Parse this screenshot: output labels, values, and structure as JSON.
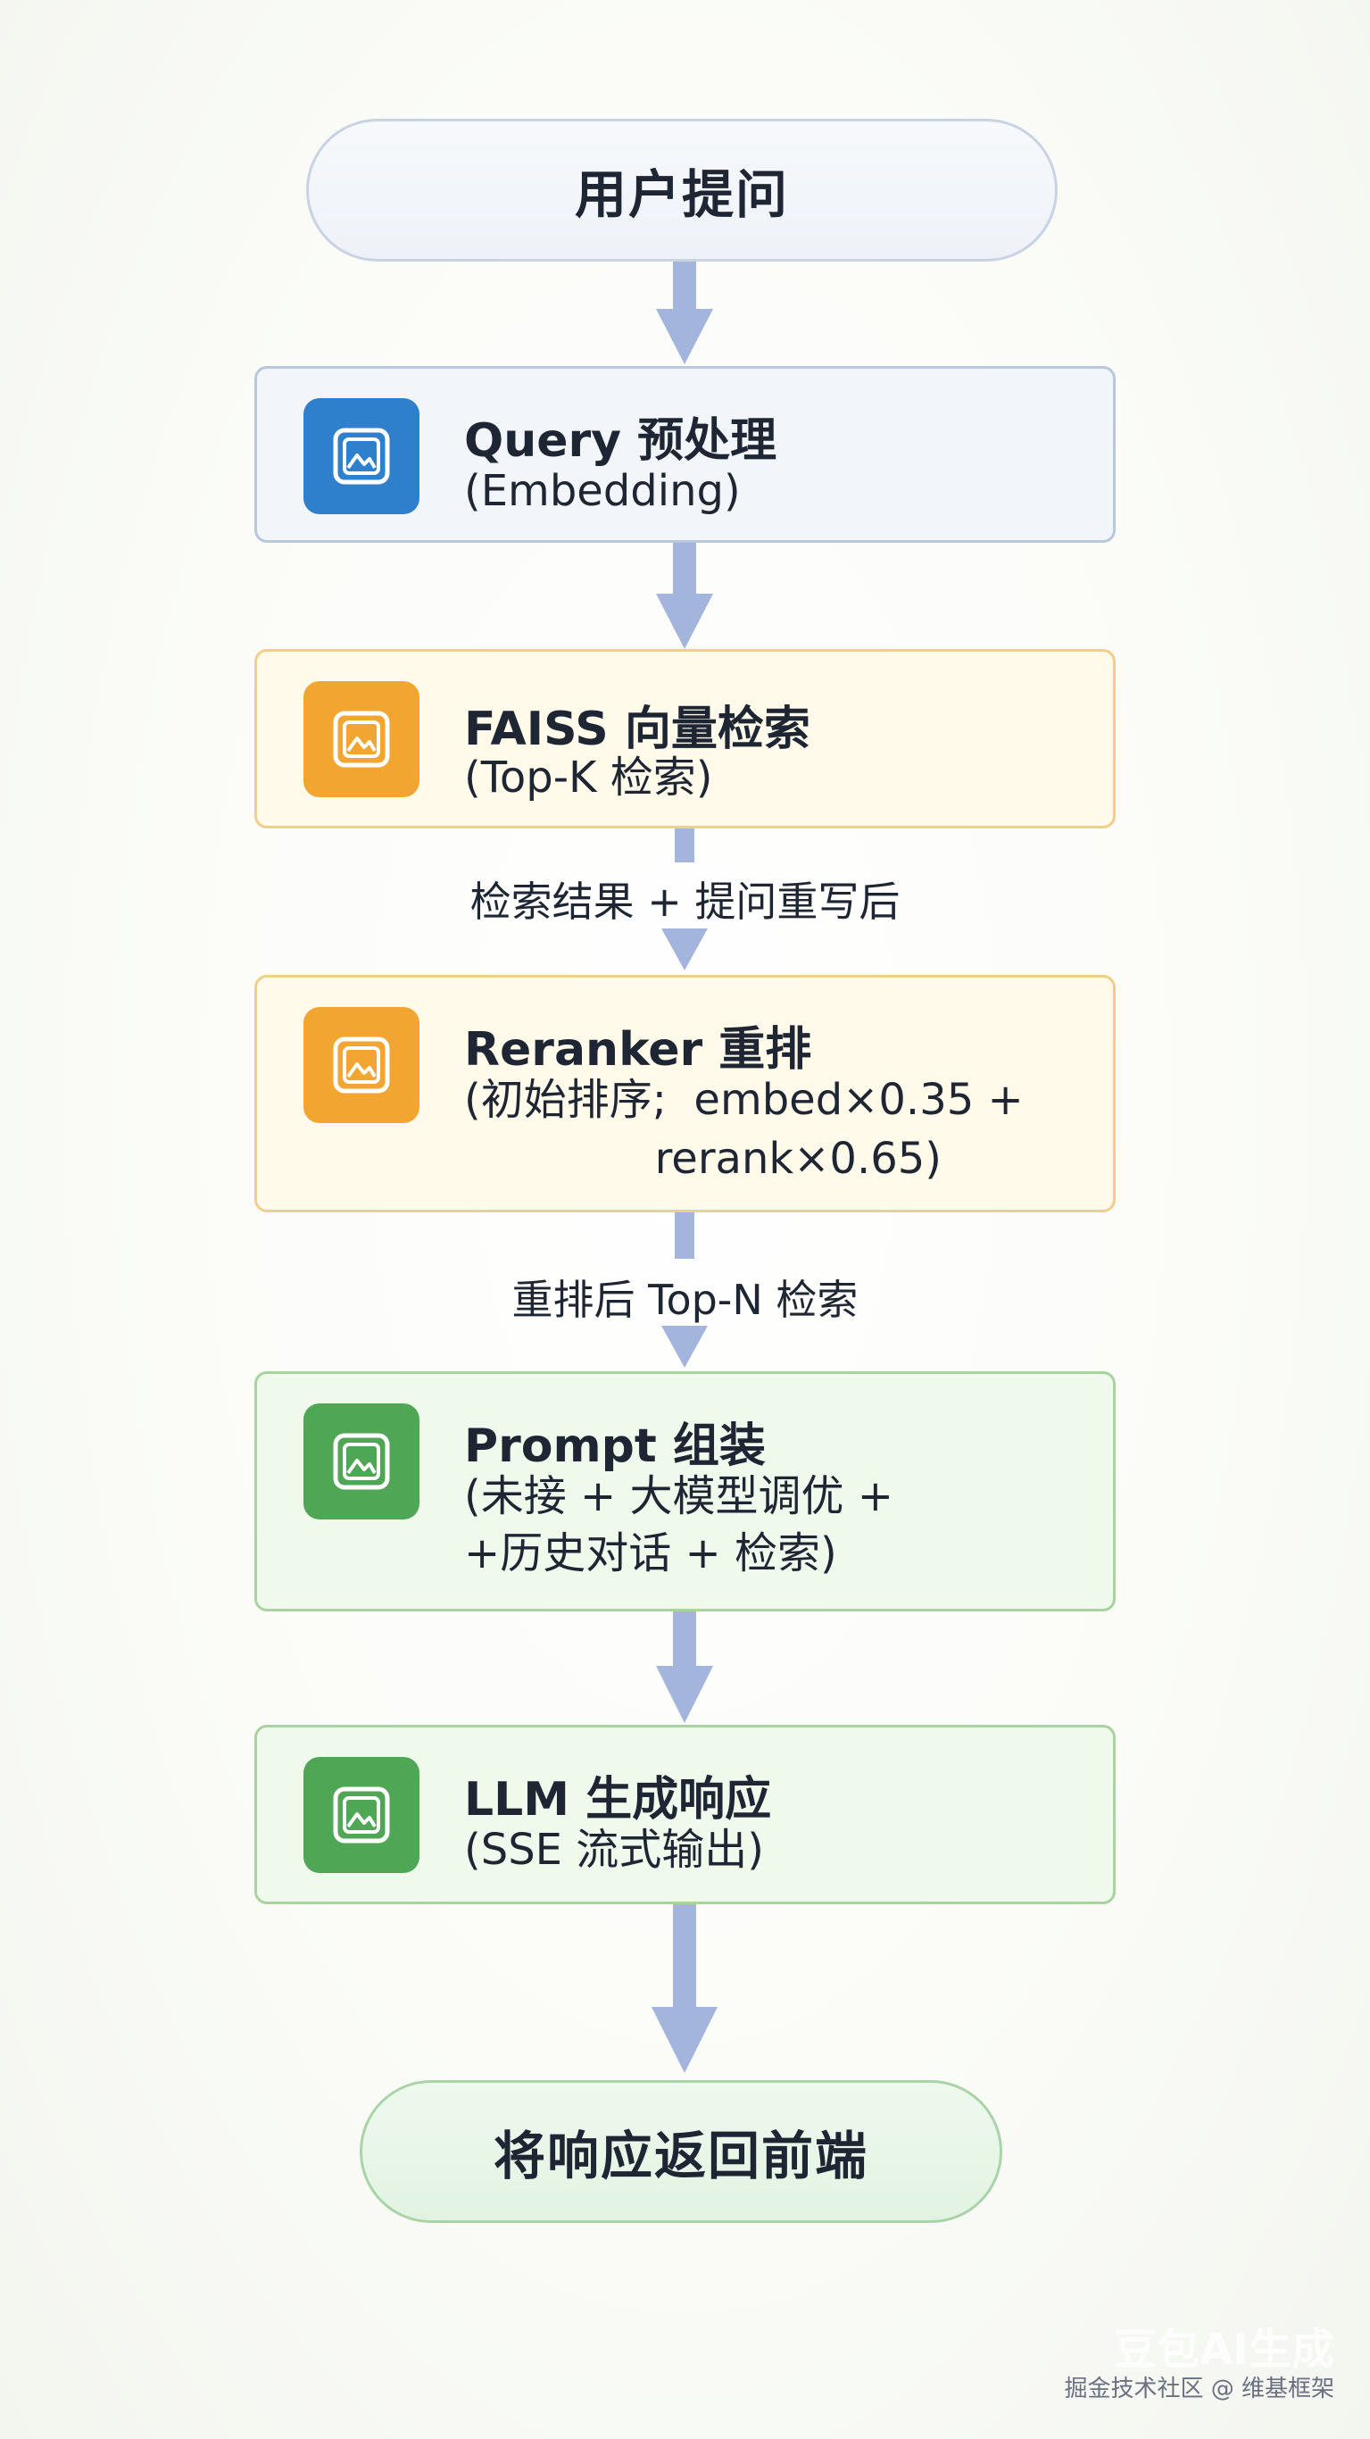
{
  "nodes": {
    "start": "用户提问",
    "query": {
      "title": "Query 预处理",
      "sub": "(Embedding)"
    },
    "faiss": {
      "title": "FAISS 向量检索",
      "sub": "(Top-K 检索)"
    },
    "reranker": {
      "title": "Reranker 重排",
      "sub_line1": "(初始排序;  embed×0.35 +",
      "sub_line2": "              rerank×0.65)"
    },
    "prompt": {
      "title": "Prompt 组装",
      "sub_line1": "(未接 + 大模型调优 +",
      "sub_line2": "+历史对话 + 检索)"
    },
    "llm": {
      "title": "LLM 生成响应",
      "sub": "(SSE 流式输出)"
    },
    "end": "将响应返回前端"
  },
  "edge_labels": {
    "after_faiss": "检索结果 + 提问重写后",
    "after_reranker": "重排后 Top-N 检索"
  },
  "watermark": {
    "text": "掘金技术社区 @ 维基框架",
    "ghost": "豆包AI生成"
  },
  "colors": {
    "arrow": "#a3b5dd",
    "blue": "#2f80cc",
    "orange": "#f2a531",
    "green": "#4fa654"
  },
  "icons": {
    "step_icon": "image-frame-icon"
  }
}
